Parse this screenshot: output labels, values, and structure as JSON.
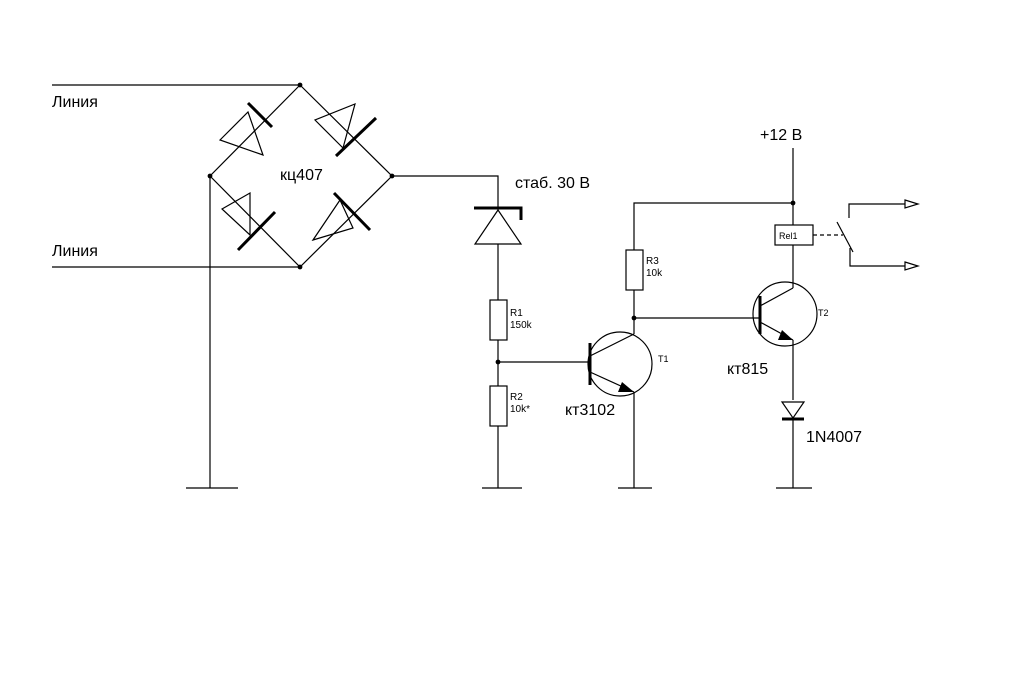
{
  "labels": {
    "line_top": "Линия",
    "line_bottom": "Линия",
    "bridge": "кц407",
    "zener": "стаб. 30 В",
    "supply": "+12 В",
    "r1_name": "R1",
    "r1_value": "150k",
    "r2_name": "R2",
    "r2_value": "10k*",
    "r3_name": "R3",
    "r3_value": "10k",
    "t1_name": "T1",
    "t1_part": "кт3102",
    "t2_name": "T2",
    "t2_part": "кт815",
    "diode_part": "1N4007",
    "relay": "Rel1"
  }
}
